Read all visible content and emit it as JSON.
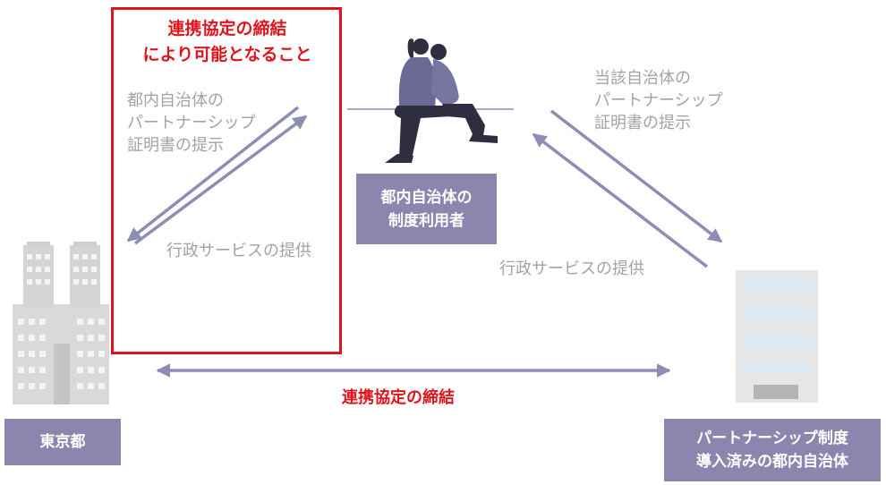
{
  "highlight": {
    "line1": "連携協定の締結",
    "line2": "により可能となること"
  },
  "left_flow": {
    "submit": [
      "都内自治体の",
      "パートナーシップ",
      "証明書の提示"
    ],
    "service": "行政サービスの提供"
  },
  "right_flow": {
    "submit": [
      "当該自治体の",
      "パートナーシップ",
      "証明書の提示"
    ],
    "service": "行政サービスの提供"
  },
  "user_box": [
    "都内自治体の",
    "制度利用者"
  ],
  "tokyo_box": "東京都",
  "municipality_box": [
    "パートナーシップ制度",
    "導入済みの都内自治体"
  ],
  "agreement": "連携協定の締結",
  "colors": {
    "accent_red": "#e0141c",
    "box_purple": "#8a86ad",
    "arrow": "#8d8db5",
    "text_gray": "#a3a3a3"
  }
}
